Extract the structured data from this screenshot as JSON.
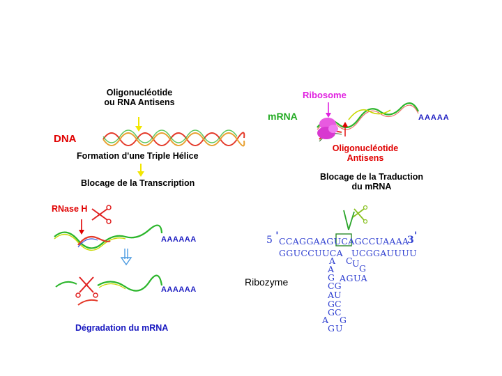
{
  "panel_transcription": {
    "oligo_label_line1": "Oligonucléotide",
    "oligo_label_line2": "ou RNA Antisens",
    "dna_label": "DNA",
    "triple_helix_label": "Formation d'une Triple Hélice",
    "blocking_label": "Blocage de la Transcription"
  },
  "panel_translation": {
    "ribosome_label": "Ribosome",
    "mrna_label": "mRNA",
    "polyA_label": "AAAAA",
    "oligo_label_line1": "Oligonucléotide",
    "oligo_label_line2": "Antisens",
    "blocking_label_line1": "Blocage de la Traduction",
    "blocking_label_line2": "du mRNA"
  },
  "panel_rnase": {
    "rnase_label": "RNase H",
    "polyA_top": "AAAAAA",
    "polyA_bottom": "AAAAAA",
    "degradation_label": "Dégradation du mRNA"
  },
  "panel_ribozyme": {
    "five_prime": "5",
    "three_prime": "3",
    "seq_part1": "CCAGGAAG",
    "seq_box": "UC",
    "seq_part2": "AGCCUAAAA",
    "strand2": "GGUCCUUCA",
    "strand2b": "UCGGAUUUU",
    "ribozyme_label": "Ribozyme",
    "stem_a1": "A",
    "stem_a2": "A",
    "stem_c": "C",
    "stem_u": "U",
    "stem_g": "G",
    "stem_g2": "G",
    "loop": "AGUA",
    "cg": "CG",
    "au": "AU",
    "gc1": "GC",
    "gc2": "GC",
    "bottom_a": "A",
    "bottom_g": "G",
    "gu": "GU"
  },
  "colors": {
    "label_red": "#e00000",
    "label_green": "#22aa22",
    "label_magenta": "#e020e0",
    "label_blue": "#1818c0",
    "seq_blue": "#2f3fd0",
    "arrow_yellow": "#f2e600",
    "arrow_blue": "#4a9ae0",
    "box_green": "#2a8a2a"
  }
}
